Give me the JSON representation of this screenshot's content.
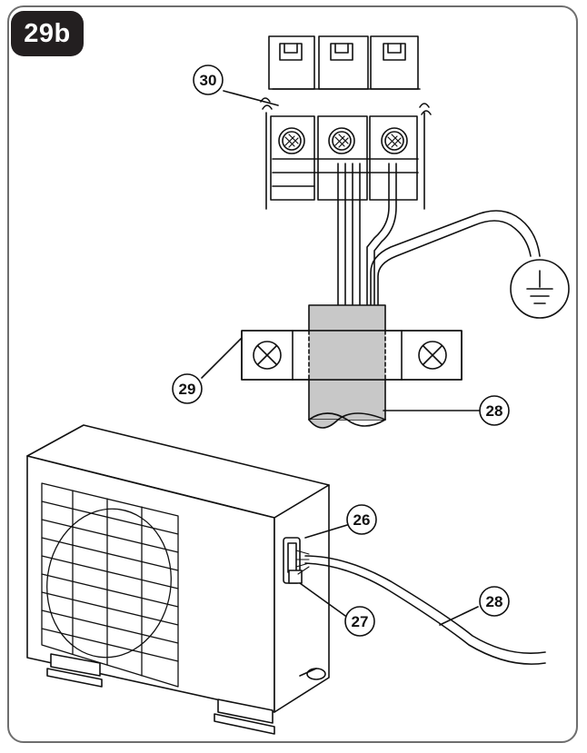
{
  "figure": {
    "badge": "29b",
    "callouts": {
      "c30": "30",
      "c29": "29",
      "c28a": "28",
      "c26": "26",
      "c27": "27",
      "c28b": "28"
    }
  },
  "icons": [
    "ground-icon",
    "screw-icon",
    "cross-screw-icon"
  ],
  "colors": {
    "badge_bg": "#231f20",
    "cable_sleeve": "#c8c8c8",
    "line": "#111111"
  }
}
